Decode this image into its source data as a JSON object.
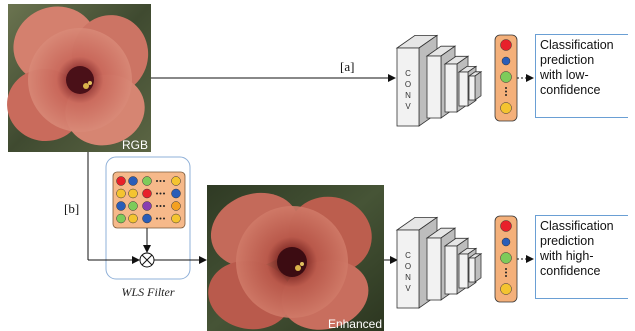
{
  "images": {
    "input_label": "RGB",
    "output_label": "Enhanced"
  },
  "paths": {
    "a_label": "[a]",
    "b_label": "[b]"
  },
  "filter": {
    "label": "WLS Filter",
    "operator": "⊗",
    "grid_rows": [
      [
        "#e8202a",
        "#2a5db8",
        "#7ecb5a",
        "dots",
        "#f4c430"
      ],
      [
        "#f4c430",
        "#f4c430",
        "#e8202a",
        "dots",
        "#2a5db8"
      ],
      [
        "#2a5db8",
        "#7ecb5a",
        "#8a3fb0",
        "dots",
        "#f4a020"
      ],
      [
        "#7ecb5a",
        "#f4c430",
        "#2a5db8",
        "dots",
        "#f4c430"
      ]
    ]
  },
  "network": {
    "conv_letters": [
      "C",
      "O",
      "N",
      "V"
    ],
    "output_nodes": [
      "#e8202a",
      "#2a5db8",
      "#7ecb5a",
      "dots",
      "#f4c430"
    ]
  },
  "predictions": {
    "low": [
      "Classification",
      "prediction",
      "with low-",
      "confidence"
    ],
    "high": [
      "Classification",
      "prediction",
      "with high-",
      "confidence"
    ]
  },
  "colors": {
    "flower_petal": "#c9675a",
    "flower_center": "#5a1820",
    "foliage": "#4e5a3a",
    "vector_fill": "#f4b07a",
    "filter_panel": "#f6b98a",
    "filter_border": "#8fb0d8",
    "pred_border": "#6a9fd4"
  }
}
